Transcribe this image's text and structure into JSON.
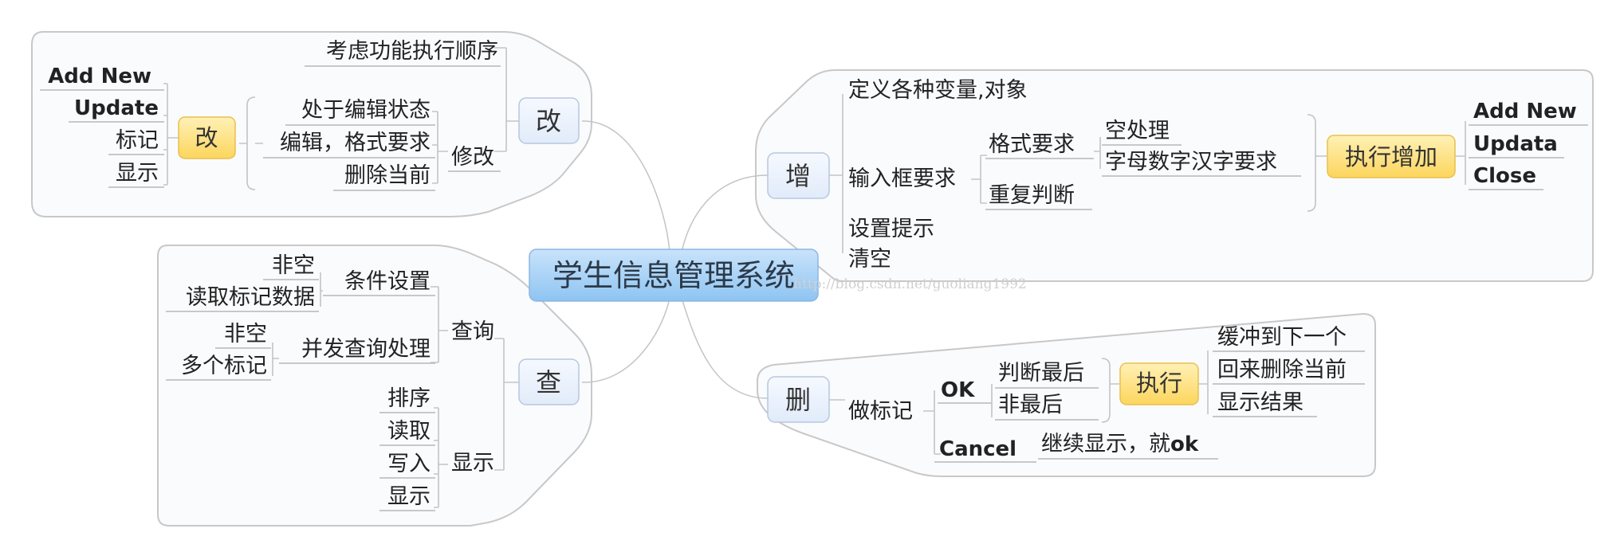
{
  "central": "学生信息管理系统",
  "watermark": "http://blog.csdn.net/guoliang1992",
  "branches": {
    "zeng": {
      "title": "增",
      "define": "定义各种变量,对象",
      "input_req": "输入框要求",
      "format_req": "格式要求",
      "empty_handle": "空处理",
      "char_req": "字母数字汉字要求",
      "dup_check": "重复判断",
      "set_hint": "设置提示",
      "clear": "清空",
      "exec": "执行增加",
      "buttons": [
        "Add New",
        "Updata",
        "Close"
      ]
    },
    "shan": {
      "title": "删",
      "mark": "做标记",
      "ok": "OK",
      "judge_last": "判断最后",
      "not_last": "非最后",
      "exec": "执行",
      "results": [
        "缓冲到下一个",
        "回来删除当前",
        "显示结果"
      ],
      "cancel": "Cancel",
      "continue_pre": "继续显示，就",
      "continue_ok": "ok"
    },
    "gai": {
      "title": "改",
      "order": "考虑功能执行顺序",
      "modify": "修改",
      "edit_items": [
        "处于编辑状态",
        "编辑，格式要求",
        "删除当前"
      ],
      "sub": "改",
      "buttons": [
        "Add New",
        "Update",
        "标记",
        "显示"
      ]
    },
    "cha": {
      "title": "查",
      "query": "查询",
      "cond": "条件设置",
      "cond_items": [
        "非空",
        "读取标记数据"
      ],
      "concurrent": "并发查询处理",
      "conc_items": [
        "非空",
        "多个标记"
      ],
      "display": "显示",
      "display_items": [
        "排序",
        "读取",
        "写入",
        "显示"
      ]
    }
  }
}
